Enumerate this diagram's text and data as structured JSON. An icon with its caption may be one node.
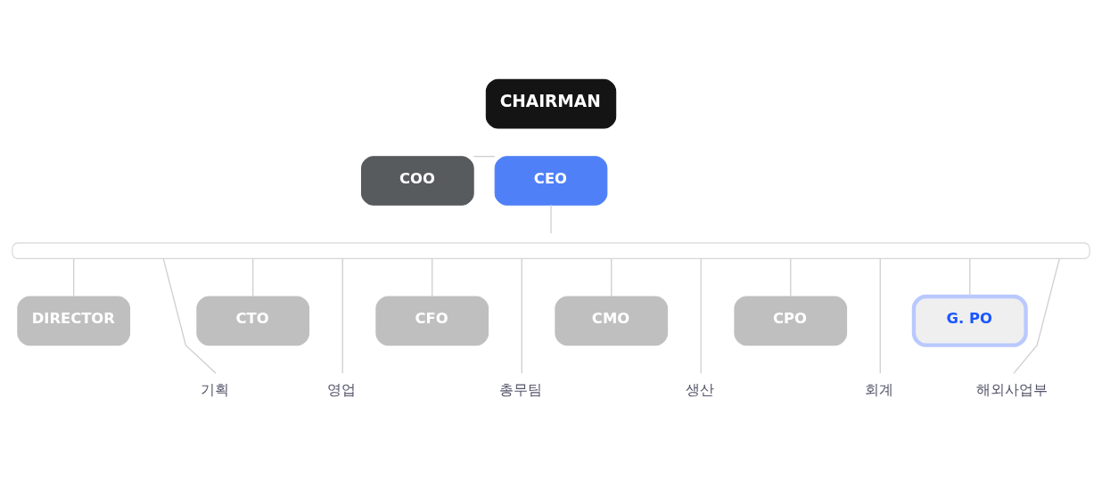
{
  "diagram": {
    "nodes": [
      {
        "text": [
          "CHAIRMAN"
        ]
      },
      {
        "text": [
          "COO"
        ]
      },
      {
        "text": [
          "CEO"
        ]
      },
      {
        "text": [],
        "shape": "box"
      },
      {
        "text": [
          "DIRECTOR"
        ]
      },
      {
        "text": [
          "CTO"
        ]
      },
      {
        "text": [
          "CFO"
        ]
      },
      {
        "text": [
          "CMO"
        ]
      },
      {
        "text": [
          "CPO"
        ]
      },
      {
        "text": [
          "G. PO"
        ]
      },
      {
        "text": [
          "기획"
        ]
      },
      {
        "text": [
          "영업"
        ]
      },
      {
        "text": [
          "총무팀"
        ]
      },
      {
        "text": [
          "생산"
        ]
      },
      {
        "text": [
          "회계"
        ]
      },
      {
        "text": [
          "해외사업부"
        ]
      }
    ],
    "edges": [
      {
        "from": 1,
        "to": 2,
        "arrow": "none"
      },
      {
        "from": 2,
        "to": 3,
        "arrow": "none"
      },
      {
        "from": 3,
        "to": 4,
        "arrow": "none"
      },
      {
        "from": 3,
        "to": 5,
        "arrow": "none"
      },
      {
        "from": 3,
        "to": 6,
        "arrow": "none"
      },
      {
        "from": 3,
        "to": 7,
        "arrow": "none"
      },
      {
        "from": 3,
        "to": 8,
        "arrow": "none"
      },
      {
        "from": 3,
        "to": 9,
        "arrow": "none"
      },
      {
        "from": 3,
        "to": 10,
        "arrow": "none"
      },
      {
        "from": 3,
        "to": 11,
        "arrow": "none"
      },
      {
        "from": 3,
        "to": 12,
        "arrow": "none"
      },
      {
        "from": 3,
        "to": 13,
        "arrow": "none"
      },
      {
        "from": 3,
        "to": 14,
        "arrow": "none"
      },
      {
        "from": 3,
        "to": 15,
        "arrow": "none"
      }
    ]
  }
}
